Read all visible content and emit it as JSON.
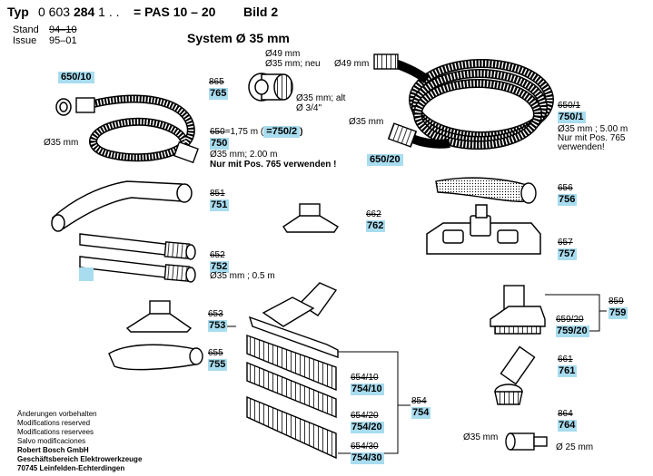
{
  "header": {
    "typ_label": "Typ",
    "typ_number_prefix": "0 603 ",
    "typ_number_bold": "284",
    "typ_number_suffix": " 1 . .",
    "model": "= PAS 10 – 20",
    "bild": "Bild 2",
    "stand_label": "Stand",
    "stand_value": "94–10",
    "issue_label": "Issue",
    "issue_value": "95–01",
    "system": "System Ø 35 mm"
  },
  "parts": {
    "p650_10": {
      "new": "650/10"
    },
    "p765": {
      "old": "865",
      "new": "765"
    },
    "p765_spec1": "Ø49 mm",
    "p765_spec2": "Ø35 mm; neu",
    "p765_spec3": "Ø35 mm; alt",
    "p765_spec4": "Ø 3/4\"",
    "p750": {
      "old": "650",
      "new": "750"
    },
    "p750_len": "=1,75 m (",
    "p750_alt": "=750/2",
    "p750_close": ")",
    "p750_spec1": "Ø35 mm; 2.00 m",
    "p750_spec2": "Nur mit Pos. 765 verwenden !",
    "p750_dia": "Ø35 mm",
    "p750_1": {
      "old": "650/1",
      "new": "750/1"
    },
    "p750_1_spec1": "Ø35 mm ; 5.00 m",
    "p750_1_spec2": "Nur mit Pos. 765",
    "p750_1_spec3": "verwenden!",
    "p750_1_dia49": "Ø49 mm",
    "p750_1_dia35": "Ø35 mm",
    "p650_20": {
      "new": "650/20"
    },
    "p751": {
      "old": "851",
      "new": "751"
    },
    "p762": {
      "old": "662",
      "new": "762"
    },
    "p756": {
      "old": "656",
      "new": "756"
    },
    "p757": {
      "old": "657",
      "new": "757"
    },
    "p752": {
      "old": "652",
      "new": "752"
    },
    "p752_spec": "Ø35 mm ; 0.5 m",
    "p753": {
      "old": "653",
      "new": "753"
    },
    "p755": {
      "old": "655",
      "new": "755"
    },
    "p759": {
      "old": "859",
      "new": "759"
    },
    "p759_20": {
      "old": "659/20",
      "new": "759/20"
    },
    "p761": {
      "old": "661",
      "new": "761"
    },
    "p754": {
      "old": "854",
      "new": "754"
    },
    "p754_10": {
      "old": "654/10",
      "new": "754/10"
    },
    "p754_20": {
      "old": "654/20",
      "new": "754/20"
    },
    "p754_30": {
      "old": "654/30",
      "new": "754/30"
    },
    "p764": {
      "old": "864",
      "new": "764"
    },
    "p764_dia35": "Ø35 mm",
    "p764_dia25": "Ø 25 mm"
  },
  "footer": {
    "line1": "Änderungen vorbehalten",
    "line2": "Modifications reserved",
    "line3": "Modifications reservees",
    "line4": "Salvo modificaciones",
    "company": "Robert Bosch GmbH",
    "division": "Geschäftsbereich Elektrowerkzeuge",
    "address": "70745 Leinfelden-Echterdingen"
  },
  "colors": {
    "highlight": "#a8dcef",
    "ink": "#000000"
  }
}
